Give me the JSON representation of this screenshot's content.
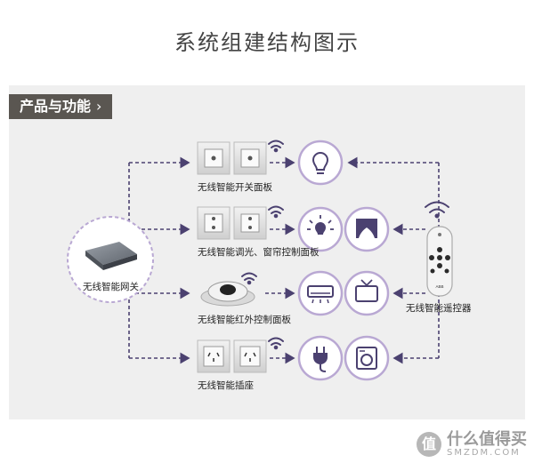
{
  "title": "系统组建结构图示",
  "section_badge": "产品与功能",
  "gateway_label": "无线智能网关",
  "rows": [
    {
      "label": "无线智能开关面板"
    },
    {
      "label": "无线智能调光、窗帘控制面板"
    },
    {
      "label": "无线智能红外控制面板"
    },
    {
      "label": "无线智能插座"
    }
  ],
  "remote_label": "无线智能遥控器",
  "remote_brand": "ABB",
  "watermark": {
    "logo": "值",
    "cn": "什么值得买",
    "en": "SMZDM.COM"
  },
  "colors": {
    "arrow": "#4b4170",
    "circle_stroke": "#b9a8d3",
    "panel": "#efefef"
  }
}
